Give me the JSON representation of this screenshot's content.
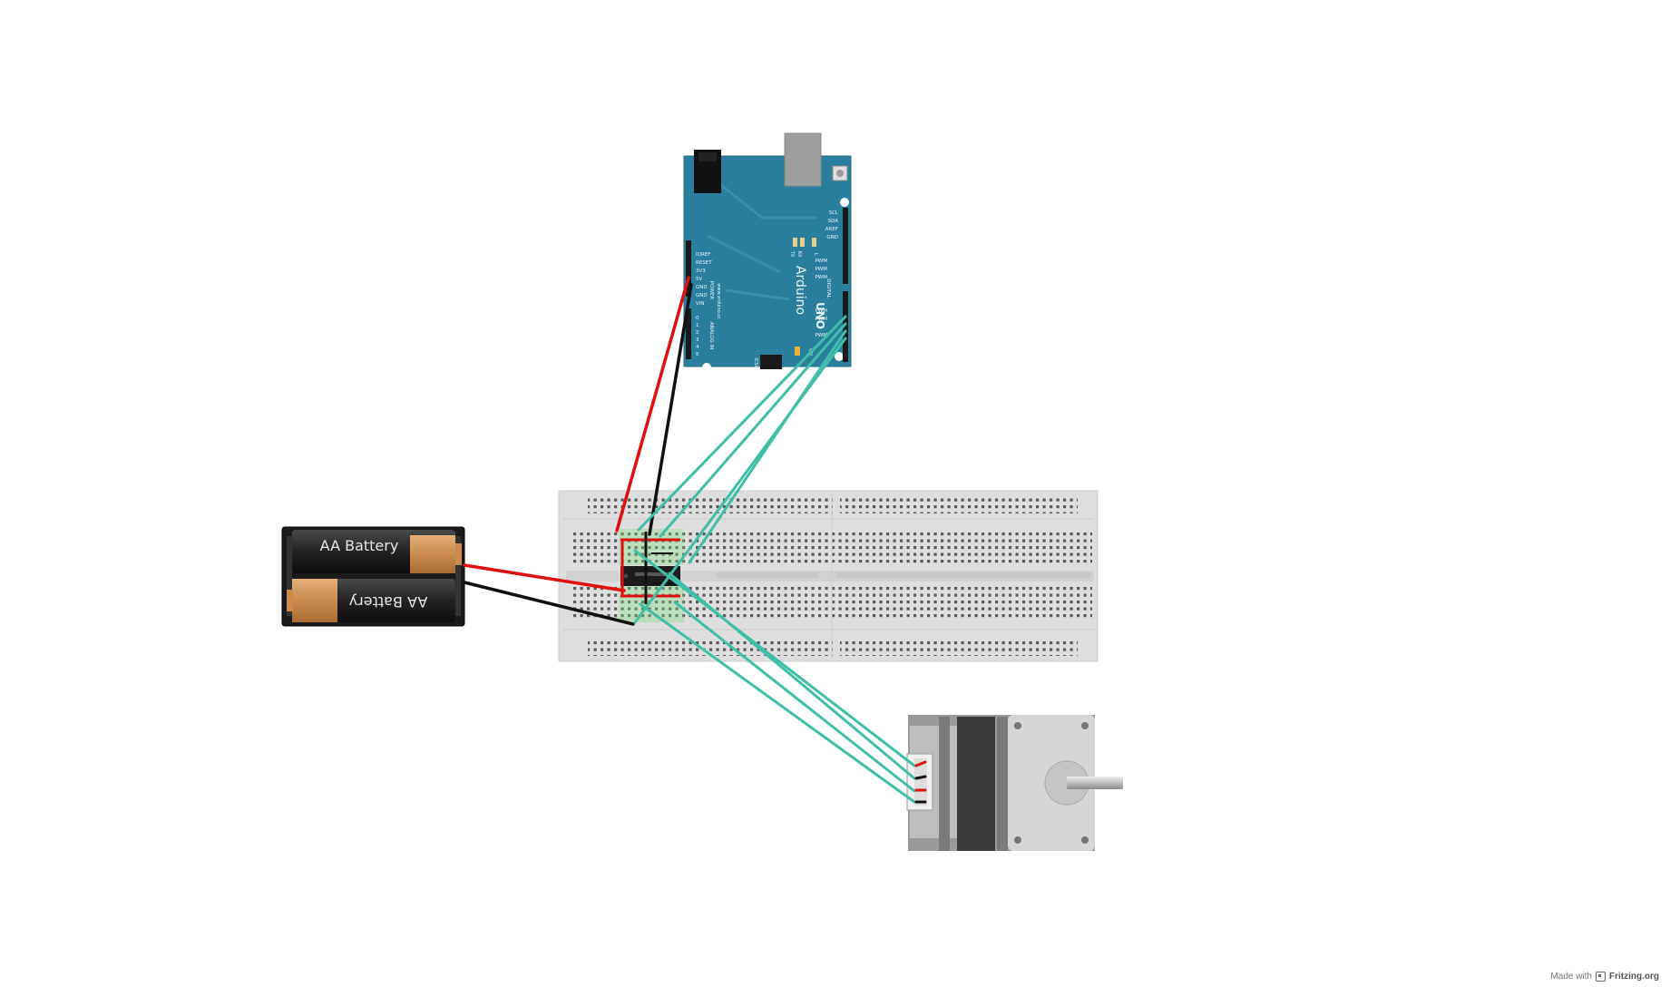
{
  "battery": {
    "cell_top_label": "AA Battery",
    "cell_bottom_label": "AA Battery"
  },
  "arduino": {
    "brand": "Arduino",
    "model": "UNO",
    "website": "www.arduino.cc",
    "power_header_title": "POWER",
    "analog_header_title": "ANALOG IN",
    "digital_header_title": "DIGITAL",
    "icsp_label": "ICSP",
    "on_label": "ON",
    "tx_label": "TX",
    "rx_label": "RX",
    "l_label": "L",
    "power_pins": [
      "IOREF",
      "RESET",
      "3V3",
      "5V",
      "GND",
      "GND",
      "VIN"
    ],
    "analog_pins": [
      "0",
      "1",
      "2",
      "3",
      "4",
      "5"
    ],
    "top_right_pins": [
      "SCL",
      "SDA",
      "AREF",
      "GND"
    ],
    "pwm_label": "PWM"
  },
  "credit": {
    "prefix": "Made with",
    "brand": "Fritzing.org"
  },
  "colors": {
    "board": "#2a7f9e",
    "wire_red": "#e01010",
    "wire_black": "#111111",
    "wire_teal": "#3fbfa8",
    "breadboard": "#e0e0e0"
  }
}
